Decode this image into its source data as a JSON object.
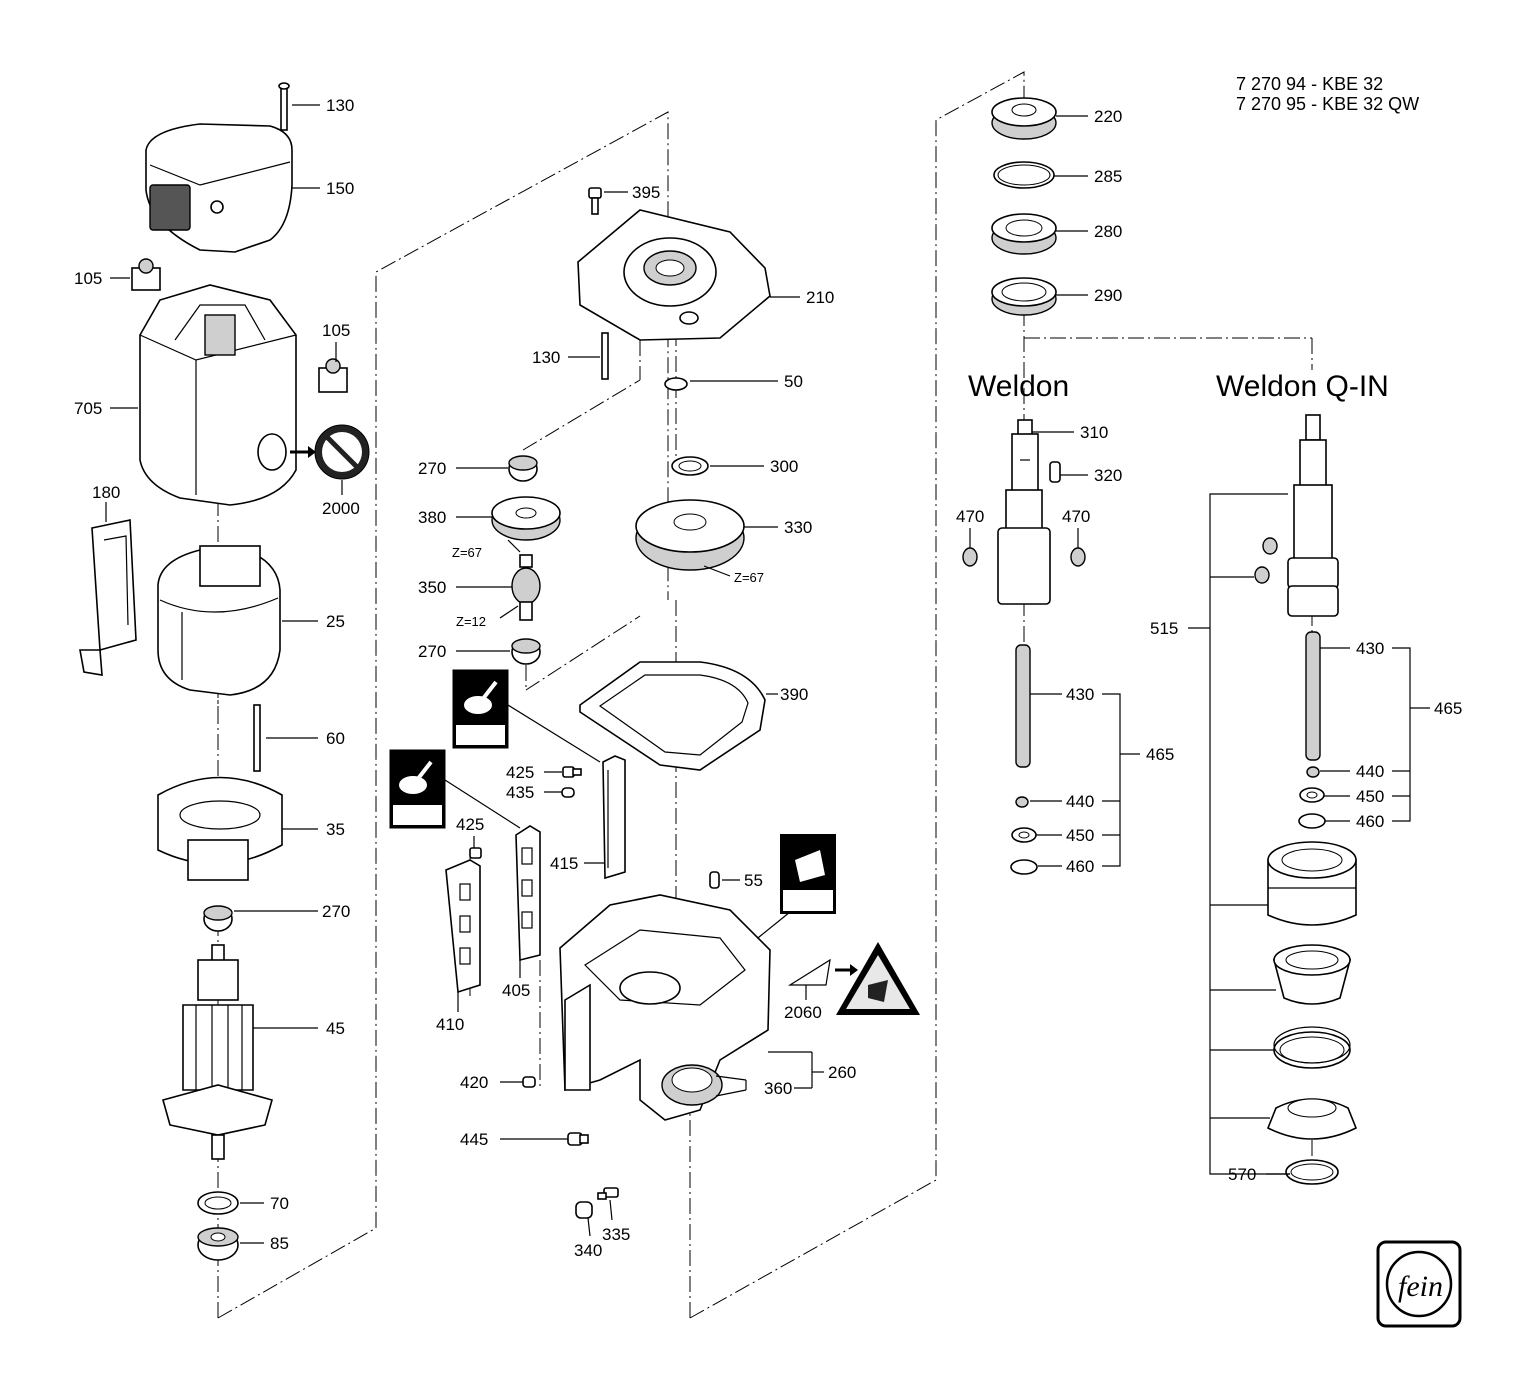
{
  "header": {
    "line1": "7 270 94 - KBE 32",
    "line2": "7 270 95 - KBE 32 QW"
  },
  "section_titles": {
    "weldon": "Weldon",
    "weldon_qin": "Weldon Q-IN"
  },
  "tooth_counts": {
    "gear_380": "Z=67",
    "pinion_350": "Z=12",
    "gear_330": "Z=67"
  },
  "part_labels": {
    "p130a": "130",
    "p150": "150",
    "p105a": "105",
    "p105b": "105",
    "p705": "705",
    "p2000": "2000",
    "p180": "180",
    "p25": "25",
    "p60": "60",
    "p35": "35",
    "p270a": "270",
    "p45": "45",
    "p70": "70",
    "p85": "85",
    "p395": "395",
    "p210": "210",
    "p130b": "130",
    "p50": "50",
    "p270b": "270",
    "p300": "300",
    "p380": "380",
    "p330": "330",
    "p350": "350",
    "p270c": "270",
    "p390": "390",
    "p425a": "425",
    "p435": "435",
    "p425b": "425",
    "p415": "415",
    "p55": "55",
    "p405": "405",
    "p410": "410",
    "p2060": "2060",
    "p260": "260",
    "p360": "360",
    "p420": "420",
    "p445": "445",
    "p335": "335",
    "p340": "340",
    "p220": "220",
    "p285": "285",
    "p280": "280",
    "p290": "290",
    "p310": "310",
    "p320": "320",
    "p470a": "470",
    "p470b": "470",
    "p430a": "430",
    "p465a": "465",
    "p440a": "440",
    "p450a": "450",
    "p460a": "460",
    "p515": "515",
    "p430b": "430",
    "p465b": "465",
    "p440b": "440",
    "p450b": "450",
    "p460b": "460",
    "p570": "570"
  },
  "logo": {
    "text": "fein"
  }
}
